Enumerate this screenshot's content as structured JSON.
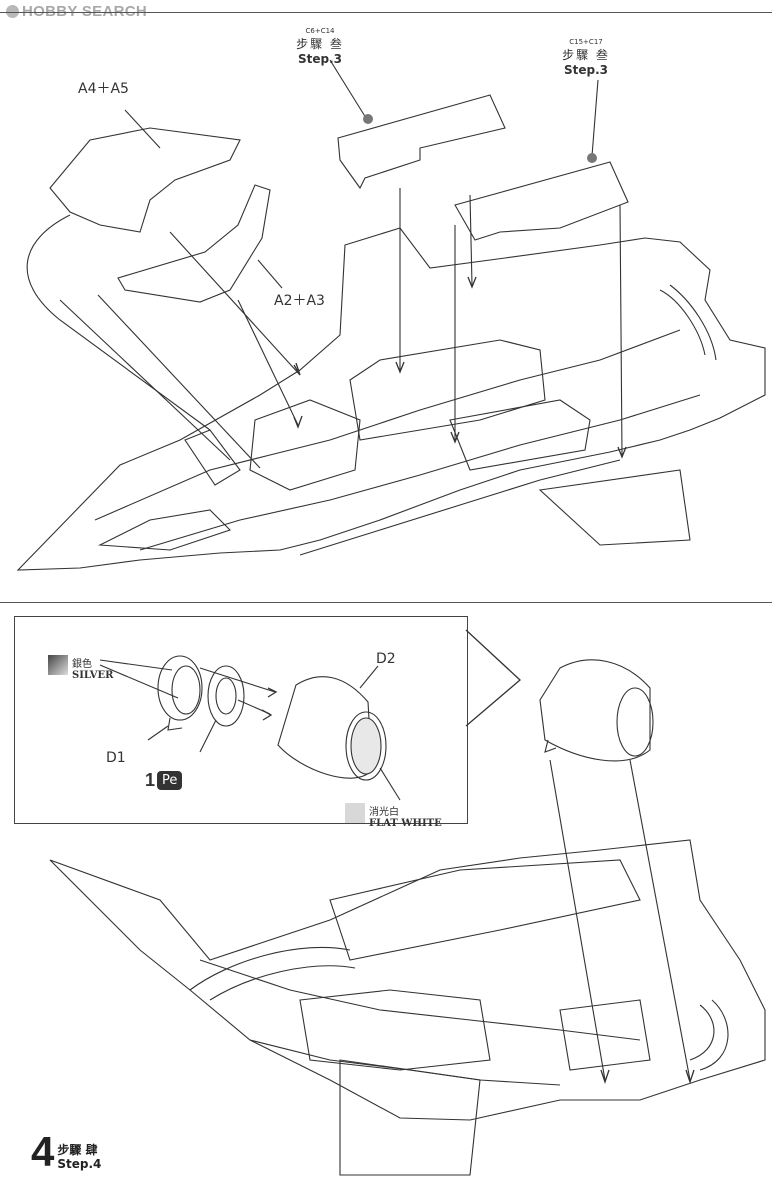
{
  "watermark": {
    "text": "HOBBY SEARCH",
    "logo_icon": "hobbysearch-logo-icon"
  },
  "step3_callout_a": {
    "parts": "C6+C14",
    "label_cjk": "步驟 叁",
    "label_en": "Step.3"
  },
  "step3_callout_b": {
    "parts": "C15+C17",
    "label_cjk": "步驟 叁",
    "label_en": "Step.3"
  },
  "part_labels": {
    "a4_a5": "A4＋A5",
    "a2_a3": "A2＋A3"
  },
  "detail": {
    "silver": {
      "label_cjk": "銀色",
      "label_en": "SILVER",
      "color": "#999999"
    },
    "flat_white": {
      "label_cjk": "消光白",
      "label_en": "FLAT WHITE",
      "color": "#d8d8d8"
    },
    "part_d1": "D1",
    "part_d2": "D2",
    "pe": {
      "number": "1",
      "badge": "Pe"
    }
  },
  "step4": {
    "number": "4",
    "label_cjk": "步驟 肆",
    "label_en": "Step.4"
  }
}
